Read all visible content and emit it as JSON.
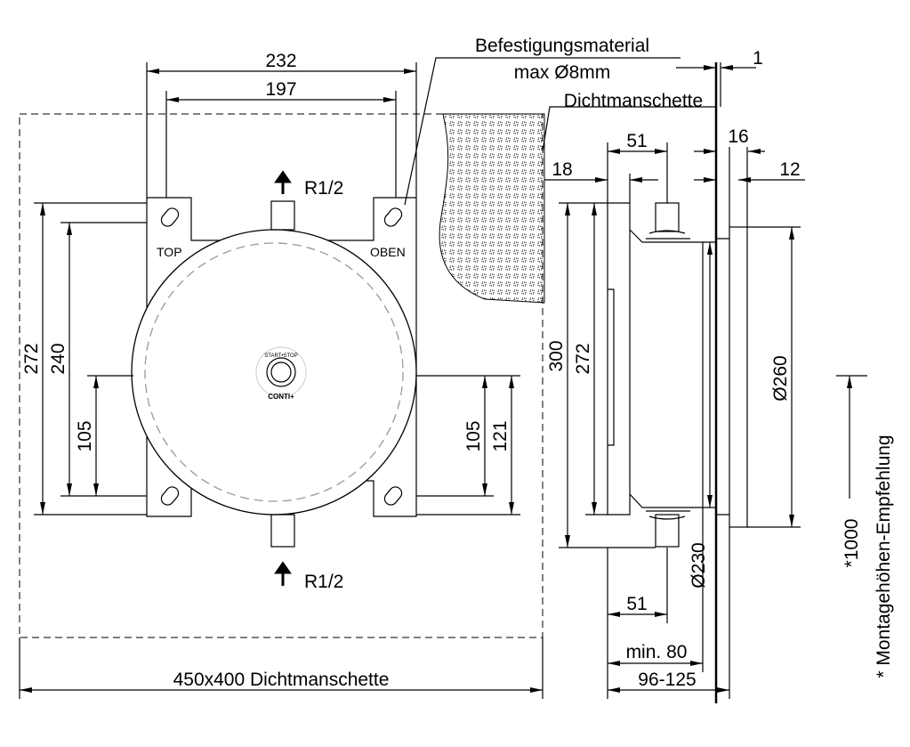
{
  "title_labels": {
    "fastening": "Befestigungsmaterial",
    "fastening_size": "max Ø8mm",
    "seal_sleeve": "Dichtmanschette",
    "top": "TOP",
    "oben": "OBEN",
    "connection_top": "R1/2",
    "connection_bottom": "R1/2",
    "seal_size": "450x400  Dichtmanschette",
    "height_note_value": "*1000",
    "height_note": "*  Montagehöhen-Empfehlung"
  },
  "logo": {
    "ring_text": "START•STOP",
    "brand": "CONTI+"
  },
  "front_dims": {
    "w232": "232",
    "w197": "197",
    "h272": "272",
    "h240": "240",
    "h105_left": "105",
    "h105_right": "105",
    "h121": "121"
  },
  "side_dims": {
    "d1": "1",
    "d16": "16",
    "d51_top": "51",
    "d18": "18",
    "d12": "12",
    "h300": "300",
    "h272": "272",
    "dia260": "Ø260",
    "dia230": "Ø230",
    "d51_bottom": "51",
    "min80": "min. 80",
    "depth": "96-125"
  }
}
